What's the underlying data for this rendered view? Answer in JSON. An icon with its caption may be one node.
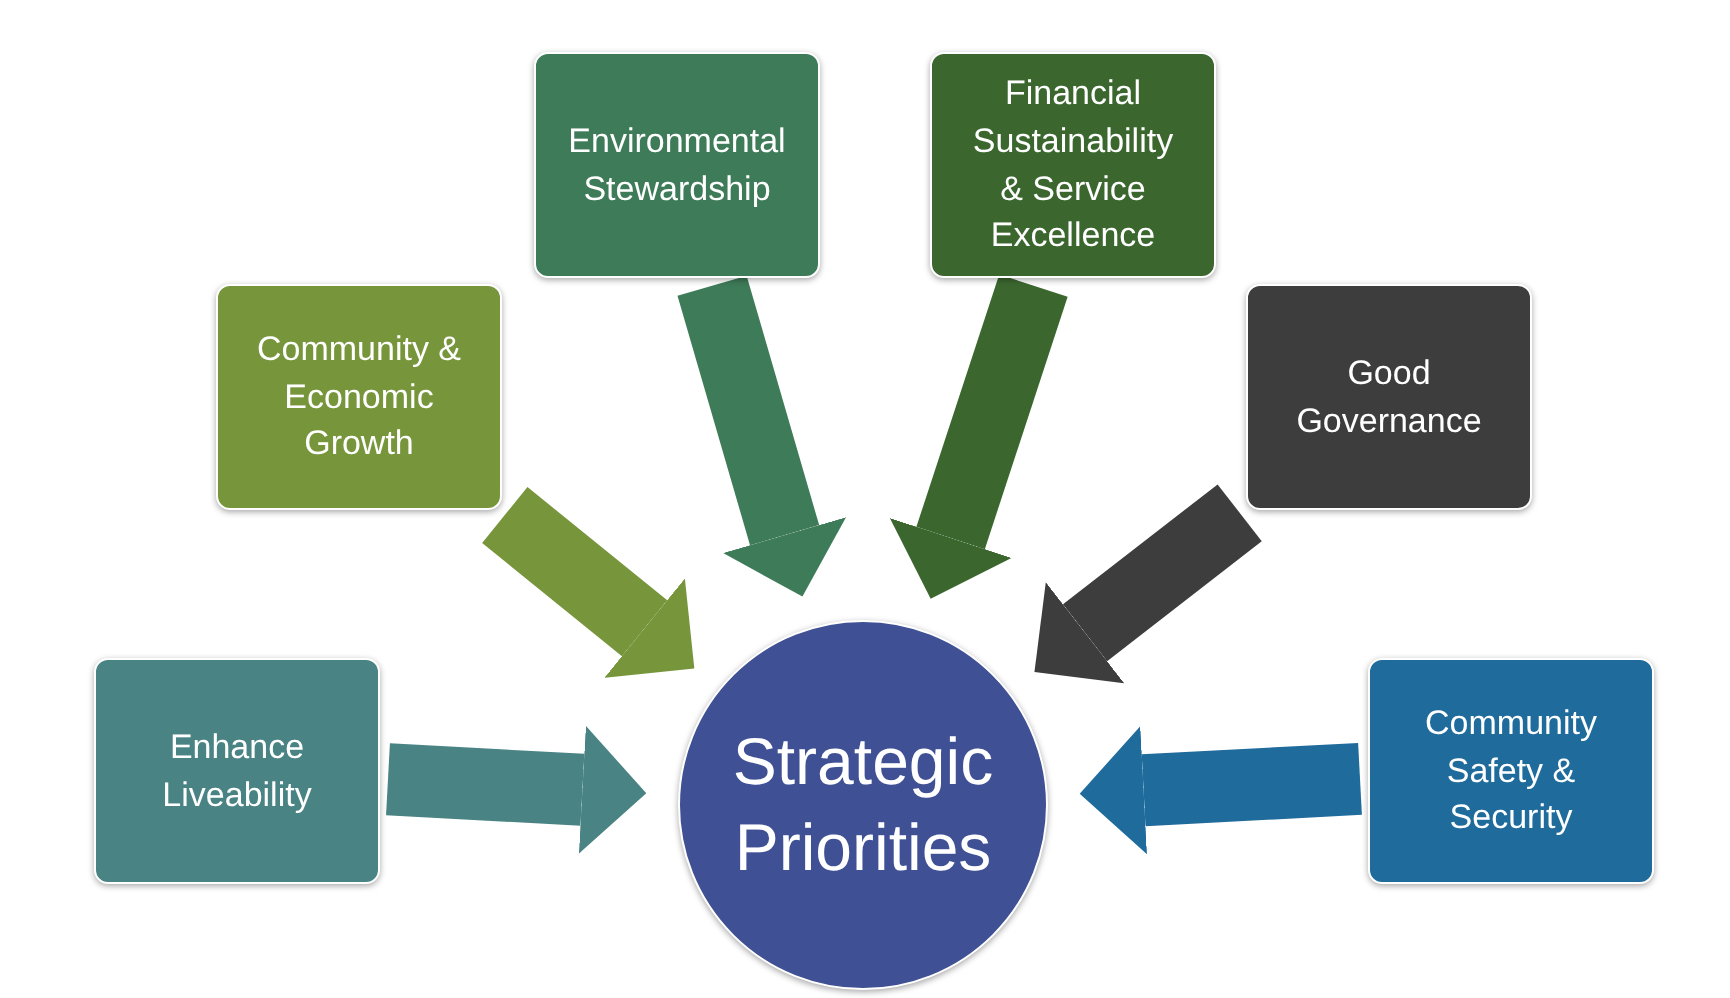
{
  "diagram": {
    "nodes": [
      {
        "text": [
          "Enhance Liveability"
        ]
      },
      {
        "text": [
          "Community & Economic Growth"
        ]
      },
      {
        "text": [
          "Environmental Stewardship"
        ]
      },
      {
        "text": [
          "Financial Sustainability & Service Excellence"
        ]
      },
      {
        "text": [
          "Good Governance"
        ]
      },
      {
        "text": [
          "Community Safety & Security"
        ]
      },
      {
        "text": [
          "Strategic Priorities"
        ]
      }
    ],
    "edges": [
      {
        "from": 0,
        "to": 6,
        "arrow": "to",
        "color": "#4a8384"
      },
      {
        "from": 1,
        "to": 6,
        "arrow": "to",
        "color": "#77953b"
      },
      {
        "from": 2,
        "to": 6,
        "arrow": "to",
        "color": "#3e7b58"
      },
      {
        "from": 3,
        "to": 6,
        "arrow": "to",
        "color": "#3b672f"
      },
      {
        "from": 4,
        "to": 6,
        "arrow": "to",
        "color": "#3d3d3d"
      },
      {
        "from": 5,
        "to": 6,
        "arrow": "to",
        "color": "#1f6b9c"
      }
    ]
  }
}
